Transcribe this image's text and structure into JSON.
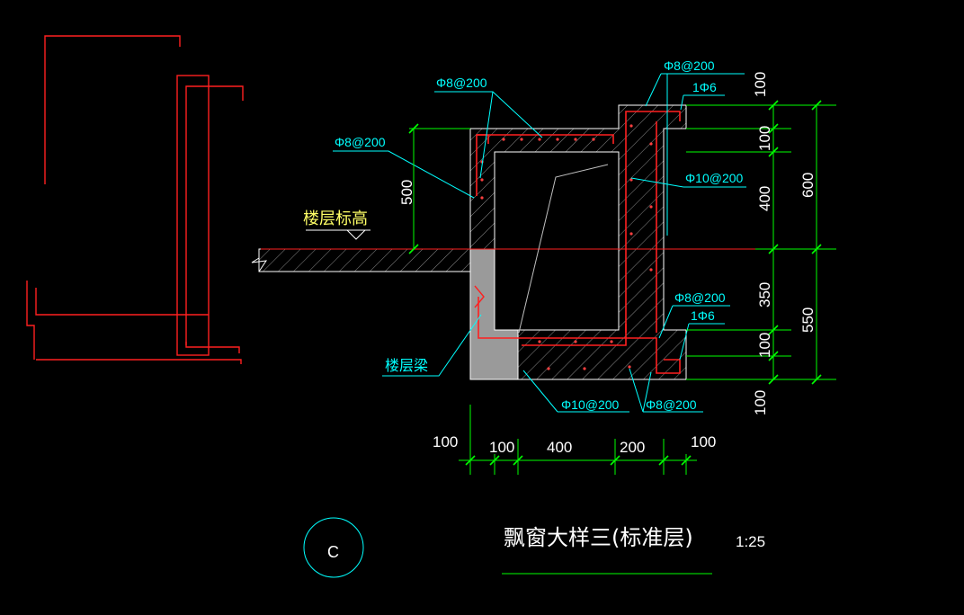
{
  "colors": {
    "background": "#000000",
    "concrete_outline": "#ffffff",
    "rebar": "#ff2020",
    "dimension": "#00ff00",
    "leader": "#00ffff",
    "text_white": "#ffffff",
    "text_yellow": "#ffff66",
    "beam_fill": "#9a9a9a",
    "hatch": "#8a8a8a"
  },
  "labels": {
    "floor_elevation": "楼层标高",
    "floor_beam": "楼层梁",
    "bar_top_slab": "Φ8@200",
    "bar_left_wall": "Φ8@200",
    "bar_right_top": "Φ8@200",
    "bar_top_lip": "1Φ6",
    "bar_right_wall": "Φ10@200",
    "bar_lower_right": "Φ8@200",
    "bar_lower_lip": "1Φ6",
    "bar_bottom_1": "Φ10@200",
    "bar_bottom_2": "Φ8@200"
  },
  "dimensions": {
    "left_height": "500",
    "right_upper": [
      "100",
      "100",
      "400"
    ],
    "right_upper_total": "600",
    "right_lower": [
      "350",
      "100"
    ],
    "right_lower_total": "550",
    "right_bottom": "100",
    "bottom": [
      "100",
      "100",
      "400",
      "200",
      "100"
    ]
  },
  "title": {
    "detail_marker": "C",
    "name": "飘窗大样三(标准层)",
    "scale": "1:25"
  }
}
